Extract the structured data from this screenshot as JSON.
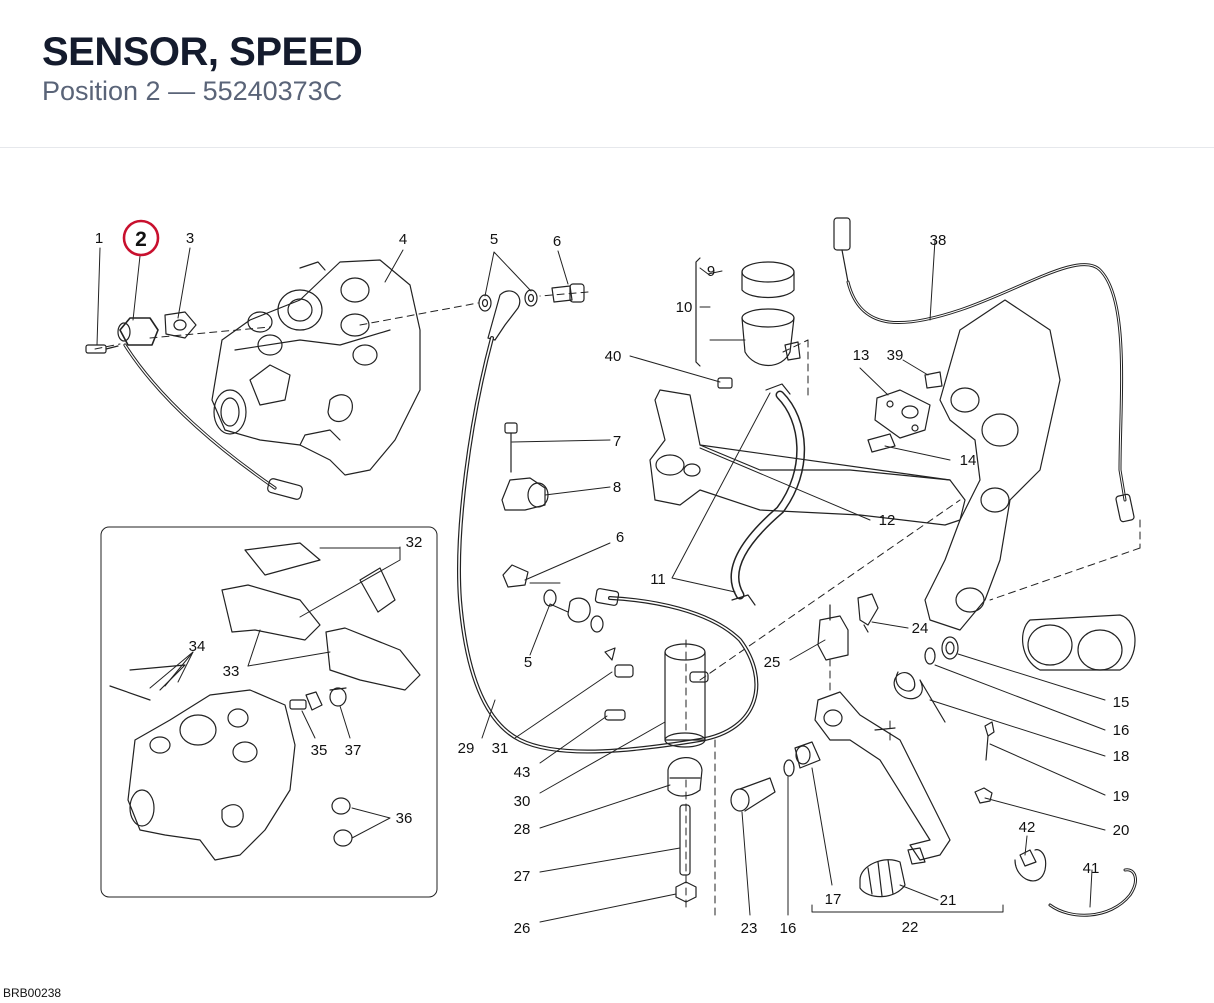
{
  "header": {
    "title": "SENSOR, SPEED",
    "subtitle": "Position 2 — 55240373C"
  },
  "diagram": {
    "reference_code": "BRB00238",
    "highlighted_callout": "2",
    "highlight_color": "#c8102e",
    "callouts": {
      "c1": "1",
      "c2": "2",
      "c3": "3",
      "c4": "4",
      "c5a": "5",
      "c5b": "5",
      "c6a": "6",
      "c6b": "6",
      "c7": "7",
      "c8": "8",
      "c9": "9",
      "c10": "10",
      "c11": "11",
      "c12": "12",
      "c13": "13",
      "c14": "14",
      "c15": "15",
      "c16a": "16",
      "c16b": "16",
      "c17": "17",
      "c18": "18",
      "c19": "19",
      "c20": "20",
      "c21": "21",
      "c22": "22",
      "c23": "23",
      "c24": "24",
      "c25": "25",
      "c26": "26",
      "c27": "27",
      "c28": "28",
      "c29": "29",
      "c30": "30",
      "c31": "31",
      "c32": "32",
      "c33": "33",
      "c34": "34",
      "c35": "35",
      "c36": "36",
      "c37": "37",
      "c38": "38",
      "c39": "39",
      "c40": "40",
      "c41": "41",
      "c42": "42",
      "c43": "43"
    }
  }
}
